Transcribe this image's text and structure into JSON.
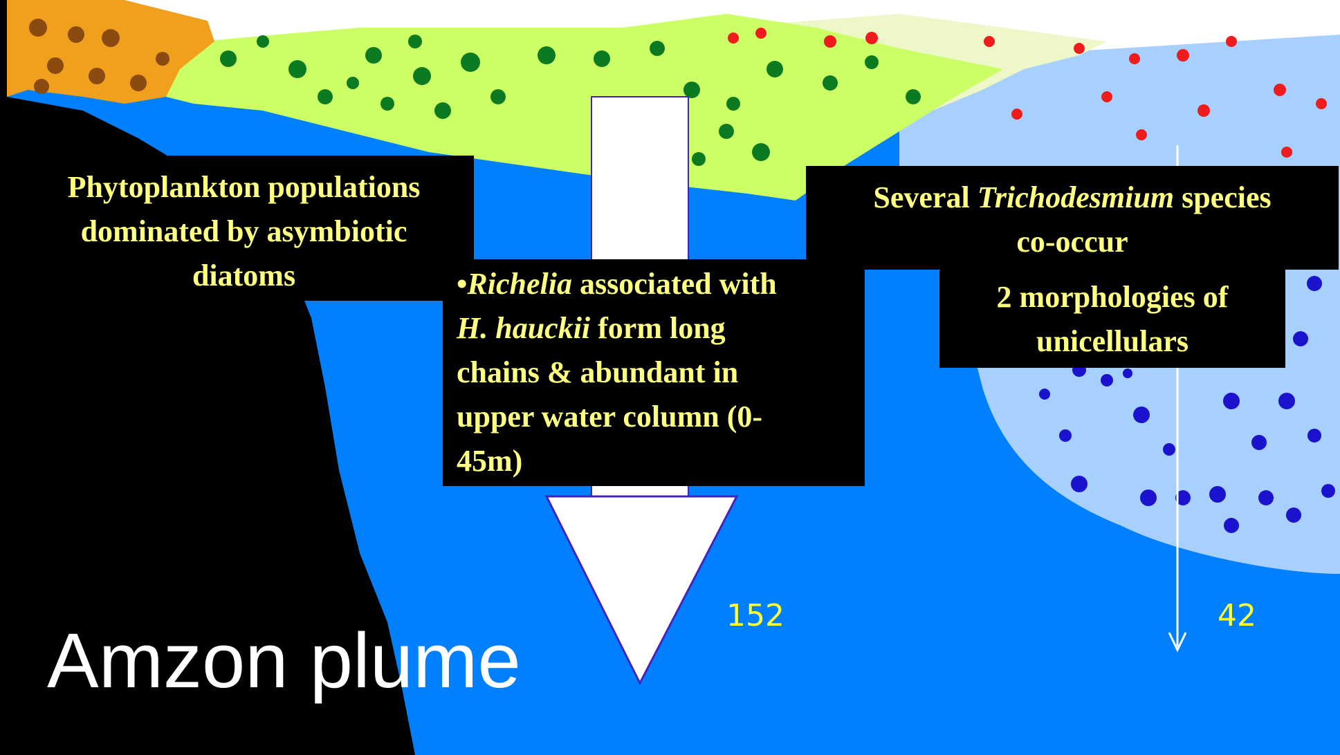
{
  "labels": {
    "left_box": [
      "Phytoplankton populations",
      "dominated by asymbiotic",
      "diatoms"
    ],
    "right_box_line1_pre": "Several ",
    "right_box_line1_italic": "Trichodesmium",
    "right_box_line1_post": " species",
    "right_box_line2": "co-occur",
    "right_box_2": [
      "2 morphologies of",
      "unicellulars"
    ],
    "middle_box": {
      "l1_bullet": "•",
      "l1_italic": "Richelia",
      "l1_rest": " associated with",
      "l2_italic": "H. hauckii",
      "l2_rest": " form long",
      "l3": "chains & abundant in",
      "l4": "upper water column (0-",
      "l5": "45m)"
    },
    "station_left": "152",
    "station_right": "42",
    "plume_title": "Amzon plume"
  },
  "colors": {
    "ocean": "#0080ff",
    "land": "#000000",
    "diatom_band": "#f0a01c",
    "green_band": "#ccff66",
    "pale_band": "#eef7c8",
    "trich_region": "#a8d0ff",
    "text_yellow": "#ffff80",
    "arrow": "#ffffff"
  },
  "icons": [
    "white-down-arrow-icon",
    "thin-down-arrow-icon"
  ]
}
